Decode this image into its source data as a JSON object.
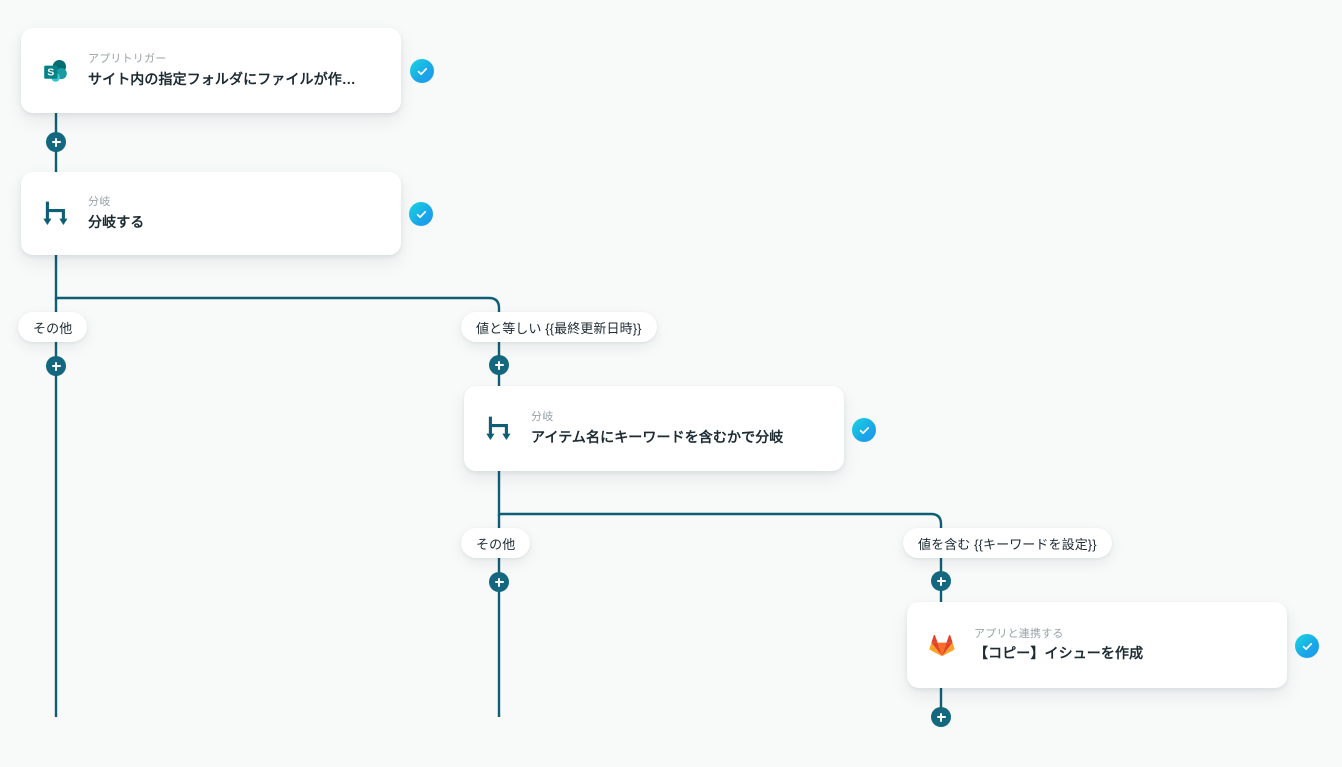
{
  "canvas": {
    "background_color": "#f8f9f9",
    "connector_color": "#0e5f75",
    "accent_color": "#13687f",
    "status_badge_gradient": [
      "#18d7e0",
      "#2196f0"
    ]
  },
  "nodes": [
    {
      "id": "trigger",
      "icon": "sharepoint-icon",
      "subtitle": "アプリトリガー",
      "title": "サイト内の指定フォルダにファイルが作…",
      "status": "check-icon"
    },
    {
      "id": "branch-root",
      "icon": "branch-icon",
      "subtitle": "分岐",
      "title": "分岐する",
      "status": "check-icon"
    },
    {
      "id": "branch-keyword",
      "icon": "branch-icon",
      "subtitle": "分岐",
      "title": "アイテム名にキーワードを含むかで分岐",
      "status": "check-icon"
    },
    {
      "id": "gitlab-issue",
      "icon": "gitlab-icon",
      "subtitle": "アプリと連携する",
      "title": "【コピー】イシューを作成",
      "status": "check-icon"
    }
  ],
  "branch_chips": [
    {
      "id": "root-other",
      "label": "その他"
    },
    {
      "id": "root-equals",
      "label": "値と等しい {{最終更新日時}}"
    },
    {
      "id": "keyword-other",
      "label": "その他"
    },
    {
      "id": "keyword-contains",
      "label": "値を含む {{キーワードを設定}}"
    }
  ],
  "add_buttons": [
    {
      "id": "add-after-trigger"
    },
    {
      "id": "add-root-other-branch"
    },
    {
      "id": "add-root-equals-branch"
    },
    {
      "id": "add-keyword-other-branch"
    },
    {
      "id": "add-keyword-contains-branch"
    },
    {
      "id": "add-after-gitlab-issue"
    }
  ]
}
